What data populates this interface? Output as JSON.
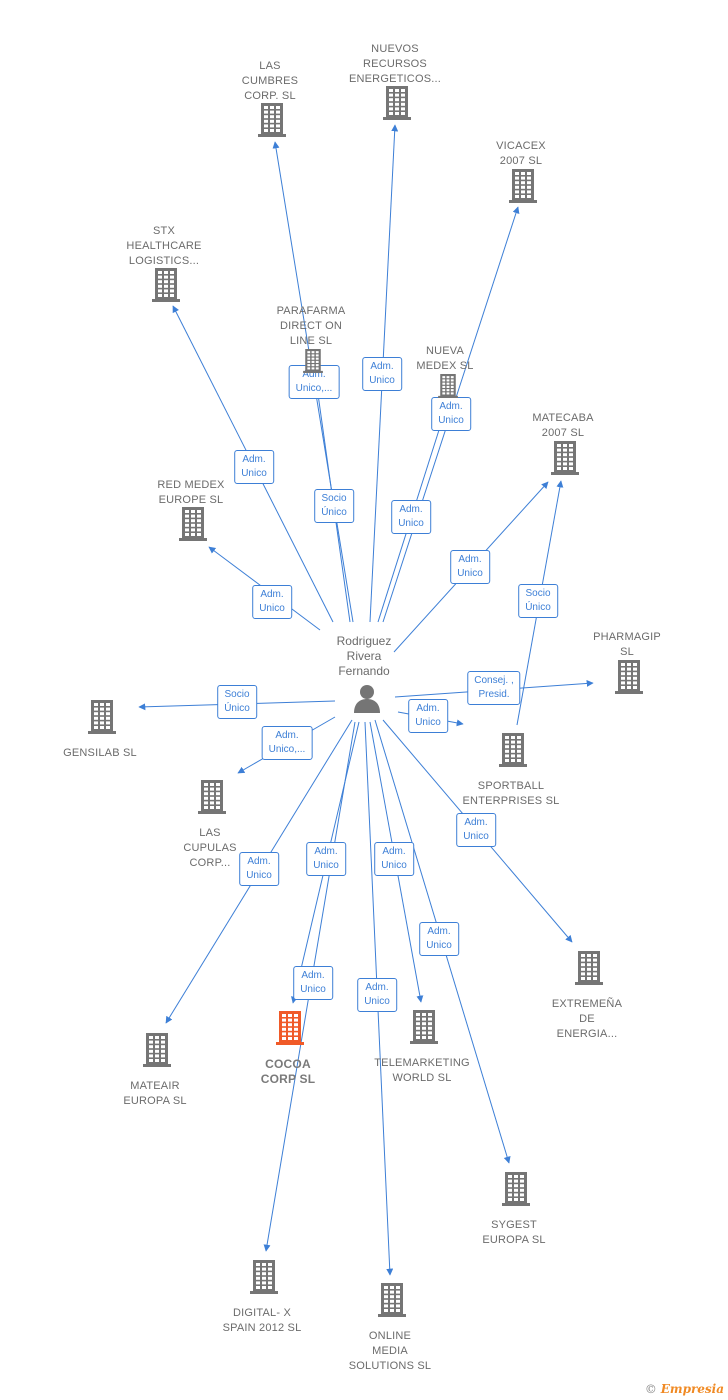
{
  "center": {
    "id": "rodriguez",
    "label": "Rodriguez\nRivera\nFernando",
    "icon": "person-icon"
  },
  "colors": {
    "edge": "#3d7fd6",
    "building": "#757575",
    "building_highlight": "#f05a28",
    "person": "#757575"
  },
  "nodes": [
    {
      "id": "las-cumbres",
      "label": "LAS\nCUMBRES\nCORP.  SL",
      "icon": "building-icon"
    },
    {
      "id": "nuevos-recursos",
      "label": "NUEVOS\nRECURSOS\nENERGETICOS...",
      "icon": "building-icon"
    },
    {
      "id": "vicacex",
      "label": "VICACEX\n2007 SL",
      "icon": "building-icon"
    },
    {
      "id": "stx",
      "label": "STX\nHEALTHCARE\nLOGISTICS...",
      "icon": "building-icon"
    },
    {
      "id": "parafarma",
      "label": "PARAFARMA\nDIRECT ON\nLINE  SL",
      "icon": "building-icon"
    },
    {
      "id": "nueva-medex",
      "label": "NUEVA\nMEDEX  SL",
      "icon": "building-icon"
    },
    {
      "id": "matecaba",
      "label": "MATECABA\n2007 SL",
      "icon": "building-icon"
    },
    {
      "id": "red-medex",
      "label": "RED MEDEX\nEUROPE  SL",
      "icon": "building-icon"
    },
    {
      "id": "pharmagip",
      "label": "PHARMAGIP\nSL",
      "icon": "building-icon"
    },
    {
      "id": "gensilab",
      "label": "GENSILAB  SL",
      "icon": "building-icon"
    },
    {
      "id": "sportball",
      "label": "SPORTBALL\nENTERPRISES SL",
      "icon": "building-icon"
    },
    {
      "id": "las-cupulas",
      "label": "LAS\nCUPULAS\nCORP...",
      "icon": "building-icon"
    },
    {
      "id": "extremena",
      "label": "EXTREMEÑA\nDE\nENERGIA...",
      "icon": "building-icon"
    },
    {
      "id": "mateair",
      "label": "MATEAIR\nEUROPA  SL",
      "icon": "building-icon"
    },
    {
      "id": "cocoa",
      "label": "COCOA\nCORP  SL",
      "icon": "building-icon",
      "highlight": true
    },
    {
      "id": "telemarketing",
      "label": "TELEMARKETING\nWORLD  SL",
      "icon": "building-icon"
    },
    {
      "id": "sygest",
      "label": "SYGEST\nEUROPA  SL",
      "icon": "building-icon"
    },
    {
      "id": "digital-x",
      "label": "DIGITAL- X\nSPAIN 2012 SL",
      "icon": "building-icon"
    },
    {
      "id": "online-media",
      "label": "ONLINE\nMEDIA\nSOLUTIONS SL",
      "icon": "building-icon"
    }
  ],
  "edges": [
    {
      "to": "las-cumbres",
      "label": "Adm.\nUnico,..."
    },
    {
      "to": "nuevos-recursos",
      "label": "Adm.\nUnico"
    },
    {
      "to": "vicacex",
      "label": "Adm.\nUnico"
    },
    {
      "to": "stx",
      "label": "Adm.\nUnico"
    },
    {
      "to": "parafarma",
      "label": "Socio\nÚnico"
    },
    {
      "to": "nueva-medex",
      "label": "Adm.\nUnico"
    },
    {
      "to": "matecaba",
      "label": "Adm.\nUnico"
    },
    {
      "to": "red-medex",
      "label": "Adm.\nUnico"
    },
    {
      "to": "pharmagip",
      "label": "Consej. ,\nPresid."
    },
    {
      "to": "gensilab",
      "label": "Socio\nÚnico"
    },
    {
      "to": "sportball",
      "label": "Adm.\nUnico"
    },
    {
      "to": "las-cupulas",
      "label": "Adm.\nUnico,..."
    },
    {
      "to": "extremena",
      "label": "Adm.\nUnico"
    },
    {
      "to": "mateair",
      "label": "Adm.\nUnico"
    },
    {
      "to": "cocoa",
      "label": "Adm.\nUnico"
    },
    {
      "to": "telemarketing",
      "label": "Adm.\nUnico"
    },
    {
      "to": "sygest",
      "label": "Adm.\nUnico"
    },
    {
      "to": "digital-x",
      "label": "Adm.\nUnico"
    },
    {
      "to": "online-media",
      "label": "Adm.\nUnico"
    },
    {
      "from": "sportball",
      "to": "matecaba",
      "label": "Socio\nÚnico"
    }
  ],
  "footer": {
    "copyright": "©",
    "brand": "Empresia"
  }
}
